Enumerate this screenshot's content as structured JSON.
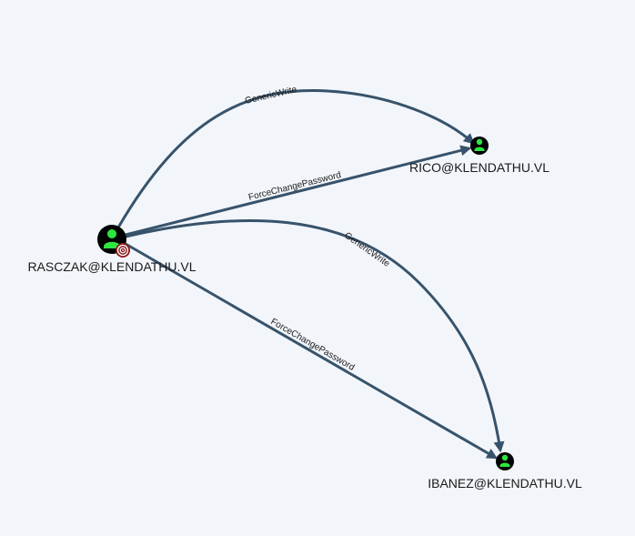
{
  "graph": {
    "nodes": {
      "rasczak": {
        "label": "RASCZAK@KLENDATHU.VL",
        "icon": "user-icon",
        "badge": "target-icon"
      },
      "rico": {
        "label": "RICO@KLENDATHU.VL",
        "icon": "user-icon"
      },
      "ibanez": {
        "label": "IBANEZ@KLENDATHU.VL",
        "icon": "user-icon"
      }
    },
    "edges": [
      {
        "from": "rasczak",
        "to": "rico",
        "label": "GenericWrite"
      },
      {
        "from": "rasczak",
        "to": "rico",
        "label": "ForceChangePassword"
      },
      {
        "from": "rasczak",
        "to": "ibanez",
        "label": "GenericWrite"
      },
      {
        "from": "rasczak",
        "to": "ibanez",
        "label": "ForceChangePassword"
      }
    ]
  },
  "colors": {
    "background": "#f2f5fa",
    "edge": "#37536b",
    "node_fill": "#000000",
    "user_glyph": "#2ee640",
    "target_badge": "#8b1a1a"
  }
}
